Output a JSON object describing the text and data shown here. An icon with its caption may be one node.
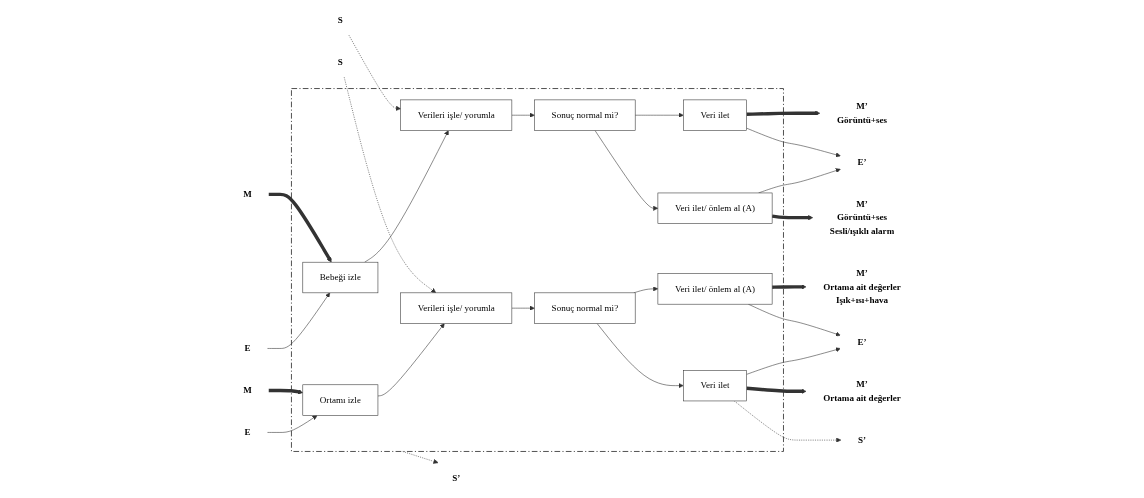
{
  "diagram": {
    "nodes": [
      {
        "text": [],
        "shape": "box"
      },
      {
        "text": [
          "M"
        ]
      },
      {
        "text": [
          "E"
        ]
      },
      {
        "text": [
          "S"
        ]
      },
      {
        "text": [
          "Bebeği izle"
        ],
        "in": 0
      },
      {
        "text": [
          "Verileri işle/ yorumla"
        ],
        "in": 0
      },
      {
        "text": [
          "Sonuç normal mi?"
        ],
        "in": 0
      },
      {
        "text": [
          "Veri ilet"
        ],
        "in": 0
      },
      {
        "text": [
          "Veri ilet/ önlem al (A)"
        ],
        "in": 0
      },
      {
        "text": [
          "S’"
        ]
      },
      {
        "text": [
          "M’"
        ],
        "beside": [
          "Görüntü+ses"
        ]
      },
      {
        "text": [
          "E’"
        ]
      },
      {
        "text": [
          "M’"
        ],
        "beside": [
          "Görüntü+ses",
          "Sesli/ışıklı alarm"
        ]
      },
      {
        "text": [
          "M"
        ]
      },
      {
        "text": [
          "E"
        ]
      },
      {
        "text": [
          "S"
        ]
      },
      {
        "text": [
          "Ortamı izle"
        ],
        "in": 0
      },
      {
        "text": [
          "Verileri işle/ yorumla"
        ],
        "in": 0
      },
      {
        "text": [
          "Sonuç normal mi?"
        ],
        "in": 0
      },
      {
        "text": [
          "Veri ilet/ önlem al (A)"
        ],
        "in": 0
      },
      {
        "text": [
          "Veri ilet"
        ],
        "in": 0
      },
      {
        "text": [
          "M’"
        ],
        "beside": [
          "Ortama ait değerler",
          "Işık+ısı+hava"
        ]
      },
      {
        "text": [
          "E’"
        ]
      },
      {
        "text": [
          "M’"
        ],
        "beside": [
          "Ortama ait değerler"
        ]
      },
      {
        "text": [
          "S’"
        ]
      }
    ],
    "edges": [
      {
        "from": 1,
        "to": 4,
        "arrow": "to",
        "style": "thick"
      },
      {
        "from": 2,
        "to": 4,
        "arrow": "to"
      },
      {
        "from": 3,
        "to": 5,
        "arrow": "to",
        "style": "dashed"
      },
      {
        "from": 4,
        "to": 5,
        "arrow": "to"
      },
      {
        "from": 5,
        "to": 6,
        "arrow": "to"
      },
      {
        "from": 6,
        "to": 7,
        "arrow": "to"
      },
      {
        "from": 6,
        "to": 8,
        "arrow": "to"
      },
      {
        "from": 0,
        "to": 9,
        "arrow": "to",
        "style": "dashed"
      },
      {
        "from": 7,
        "to": 10,
        "arrow": "to",
        "style": "thick"
      },
      {
        "from": 7,
        "to": 11,
        "arrow": "to"
      },
      {
        "from": 8,
        "to": 11,
        "arrow": "to"
      },
      {
        "from": 8,
        "to": 12,
        "arrow": "to",
        "style": "thick"
      },
      {
        "from": 13,
        "to": 16,
        "arrow": "to",
        "style": "thick"
      },
      {
        "from": 14,
        "to": 16,
        "arrow": "to"
      },
      {
        "from": 15,
        "to": 17,
        "arrow": "to",
        "style": "dashed"
      },
      {
        "from": 16,
        "to": 17,
        "arrow": "to"
      },
      {
        "from": 17,
        "to": 18,
        "arrow": "to"
      },
      {
        "from": 18,
        "to": 19,
        "arrow": "to"
      },
      {
        "from": 18,
        "to": 20,
        "arrow": "to"
      },
      {
        "from": 19,
        "to": 21,
        "arrow": "to",
        "style": "thick"
      },
      {
        "from": 19,
        "to": 22,
        "arrow": "to"
      },
      {
        "from": 20,
        "to": 22,
        "arrow": "to"
      },
      {
        "from": 20,
        "to": 23,
        "arrow": "to",
        "style": "thick"
      },
      {
        "from": 20,
        "to": 24,
        "arrow": "to",
        "style": "dashed"
      }
    ]
  }
}
